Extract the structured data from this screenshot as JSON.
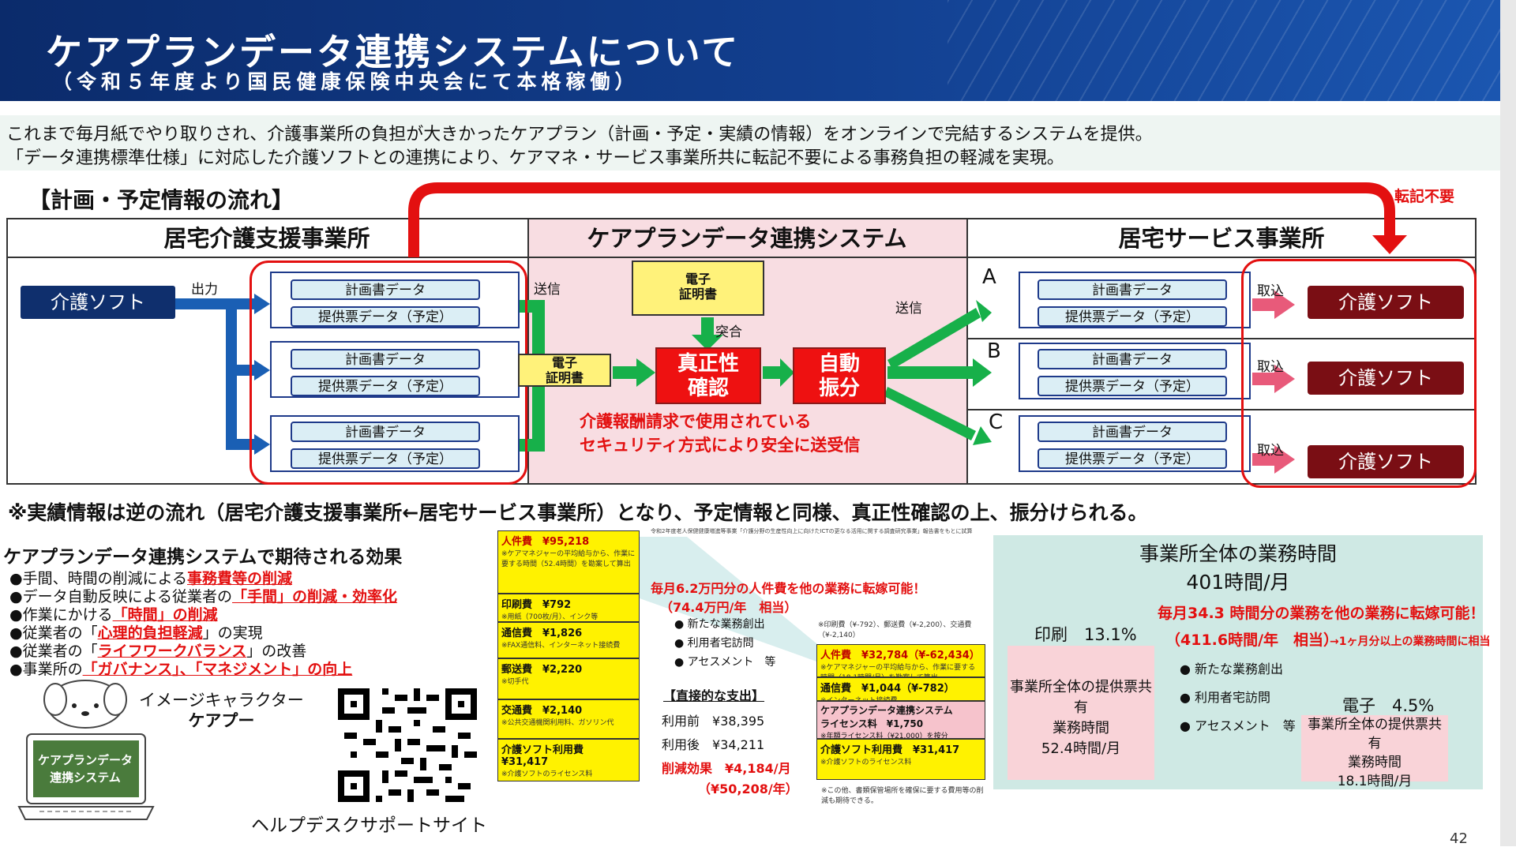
{
  "header": {
    "title": "ケアプランデータ連携システムについて",
    "subtitle": "（令和５年度より国民健康保険中央会にて本格稼働）"
  },
  "intro": {
    "line1": "これまで毎月紙でやり取りされ、介護事業所の負担が大きかったケアプラン（計画・予定・実績の情報）をオンラインで完結するシステムを提供。",
    "line2": "「データ連携標準仕様」に対応した介護ソフトとの連携により、ケアマネ・サービス事業所共に転記不要による事務負担の軽減を実現。"
  },
  "flow": {
    "heading": "【計画・予定情報の流れ】",
    "no_transcribe": "転記不要",
    "col_left": "居宅介護支援事業所",
    "col_center": "ケアプランデータ連携システム",
    "col_right": "居宅サービス事業所",
    "kaigo_soft": "介護ソフト",
    "output": "出力",
    "send": "送信",
    "verify": "突合",
    "import": "取込",
    "plan_data": "計画書データ",
    "service_data": "提供票データ（予定）",
    "cert_top": "電子\n証明書",
    "cert_left": "電子\n証明書",
    "authenticity": "真正性\n確認",
    "auto_sort": "自動\n振分",
    "security_note1": "介護報酬請求で使用されている",
    "security_note2": "セキュリティ方式により安全に送受信",
    "rows": [
      "A",
      "B",
      "C"
    ],
    "note": "※実績情報は逆の流れ（居宅介護支援事業所←居宅サービス事業所）となり、予定情報と同様、真正性確認の上、振分けられる。"
  },
  "effects": {
    "title": "ケアプランデータ連携システムで期待される効果",
    "items": [
      {
        "pre": "●手間、時間の削減による",
        "em": "事務費等の削減",
        "post": ""
      },
      {
        "pre": "●データ自動反映による従業者の",
        "em": "「手間」の削減・効率化",
        "post": ""
      },
      {
        "pre": "●作業にかける",
        "em": "「時間」の削減",
        "post": ""
      },
      {
        "pre": "●従業者の「",
        "em": "心理的負担軽減",
        "post": "」の実現"
      },
      {
        "pre": "●従業者の「",
        "em": "ライフワークバランス",
        "post": "」の改善"
      },
      {
        "pre": "●事業所の",
        "em": "「ガバナンス」、「マネジメント」の向上",
        "post": ""
      }
    ],
    "character_caption1": "イメージキャラクター",
    "character_caption2": "ケアプー",
    "laptop_text1": "ケアプランデータ",
    "laptop_text2": "連携システム",
    "helpdesk": "ヘルプデスクサポートサイト"
  },
  "cost": {
    "header_note": "令和2年度老人保健健康増進等事業「介護分野の生産性向上に向けたICTの更なる活用に関する調査研究事業」報告書をもとに試算",
    "labor": {
      "title": "人件費　¥95,218",
      "note": "※ケアマネジャーの平均給与から、作業に要する時間（52.4時間）を勘案して算出"
    },
    "printing": {
      "title": "印刷費　¥792",
      "note": "※用紙（700枚/月）、インク等"
    },
    "comm": {
      "title": "通信費　¥1,826",
      "note": "※FAX通信料、インターネット接続費"
    },
    "postage": {
      "title": "郵送費　¥2,220",
      "note": "※切手代"
    },
    "transport": {
      "title": "交通費　¥2,140",
      "note": "※公共交通機関利用料、ガソリン代"
    },
    "software": {
      "title": "介護ソフト利用費",
      "value": "¥31,417",
      "note": "※介護ソフトのライセンス料"
    },
    "transfer1": "毎月6.2万円分の人件費を他の業務に転嫁可能！",
    "transfer2": "（74.4万円/年　相当）",
    "bullets": [
      "新たな業務創出",
      "利用者宅訪問",
      "アセスメント　等"
    ],
    "direct_title": "【直接的な支出】",
    "before_label": "利用前",
    "before_value": "¥38,395",
    "after_label": "利用後",
    "after_value": "¥34,211",
    "effect_label": "削減効果",
    "effect_value": "¥4,184/月",
    "effect_year": "（¥50,208/年）",
    "right_note": "※印刷費（¥-792）、郵送費（¥-2,200）、交通費（¥-2,140）",
    "labor2": {
      "title": "人件費　¥32,784（¥-62,434）",
      "note": "※ケアマネジャーの平均給与から、作業に要する時間（18.1時間/月）を勘案して算出"
    },
    "comm2": {
      "title": "通信費　¥1,044（¥-782）",
      "note": "※インターネット接続費"
    },
    "license": {
      "title": "ケアプランデータ連携システム",
      "title2": "ライセンス料　¥1,750",
      "note": "※年額ライセンス料（¥21,000）を按分"
    },
    "software2": {
      "title": "介護ソフト利用費　¥31,417",
      "note": "※介護ソフトのライセンス料"
    },
    "footnote": "※この他、書類保管場所を確保に要する費用等の削減も期待できる。"
  },
  "work": {
    "title": "事業所全体の業務時間",
    "total": "401時間/月",
    "transfer1": "毎月34.3 時間分の業務を他の業務に転嫁可能！",
    "transfer2": "（411.6時間/年　相当）",
    "transfer3": "→1ヶ月分以上の業務時間に相当",
    "print_label": "印刷　13.1%",
    "print_box1": "事業所全体の提供票共有",
    "print_box2": "業務時間",
    "print_box3": "52.4時間/月",
    "elec_label": "電子　4.5%",
    "elec_box1": "事業所全体の提供票共有",
    "elec_box2": "業務時間",
    "elec_box3": "18.1時間/月",
    "bullets": [
      "新たな業務創出",
      "利用者宅訪問",
      "アセスメント　等"
    ]
  },
  "colors": {
    "header": "#0b2b6b",
    "accent_red": "#e31010",
    "green": "#17b04a",
    "soft_blue": "#0f2f6d",
    "soft_red": "#7a0e14",
    "highlight": "#fff200"
  },
  "page_number": "42"
}
